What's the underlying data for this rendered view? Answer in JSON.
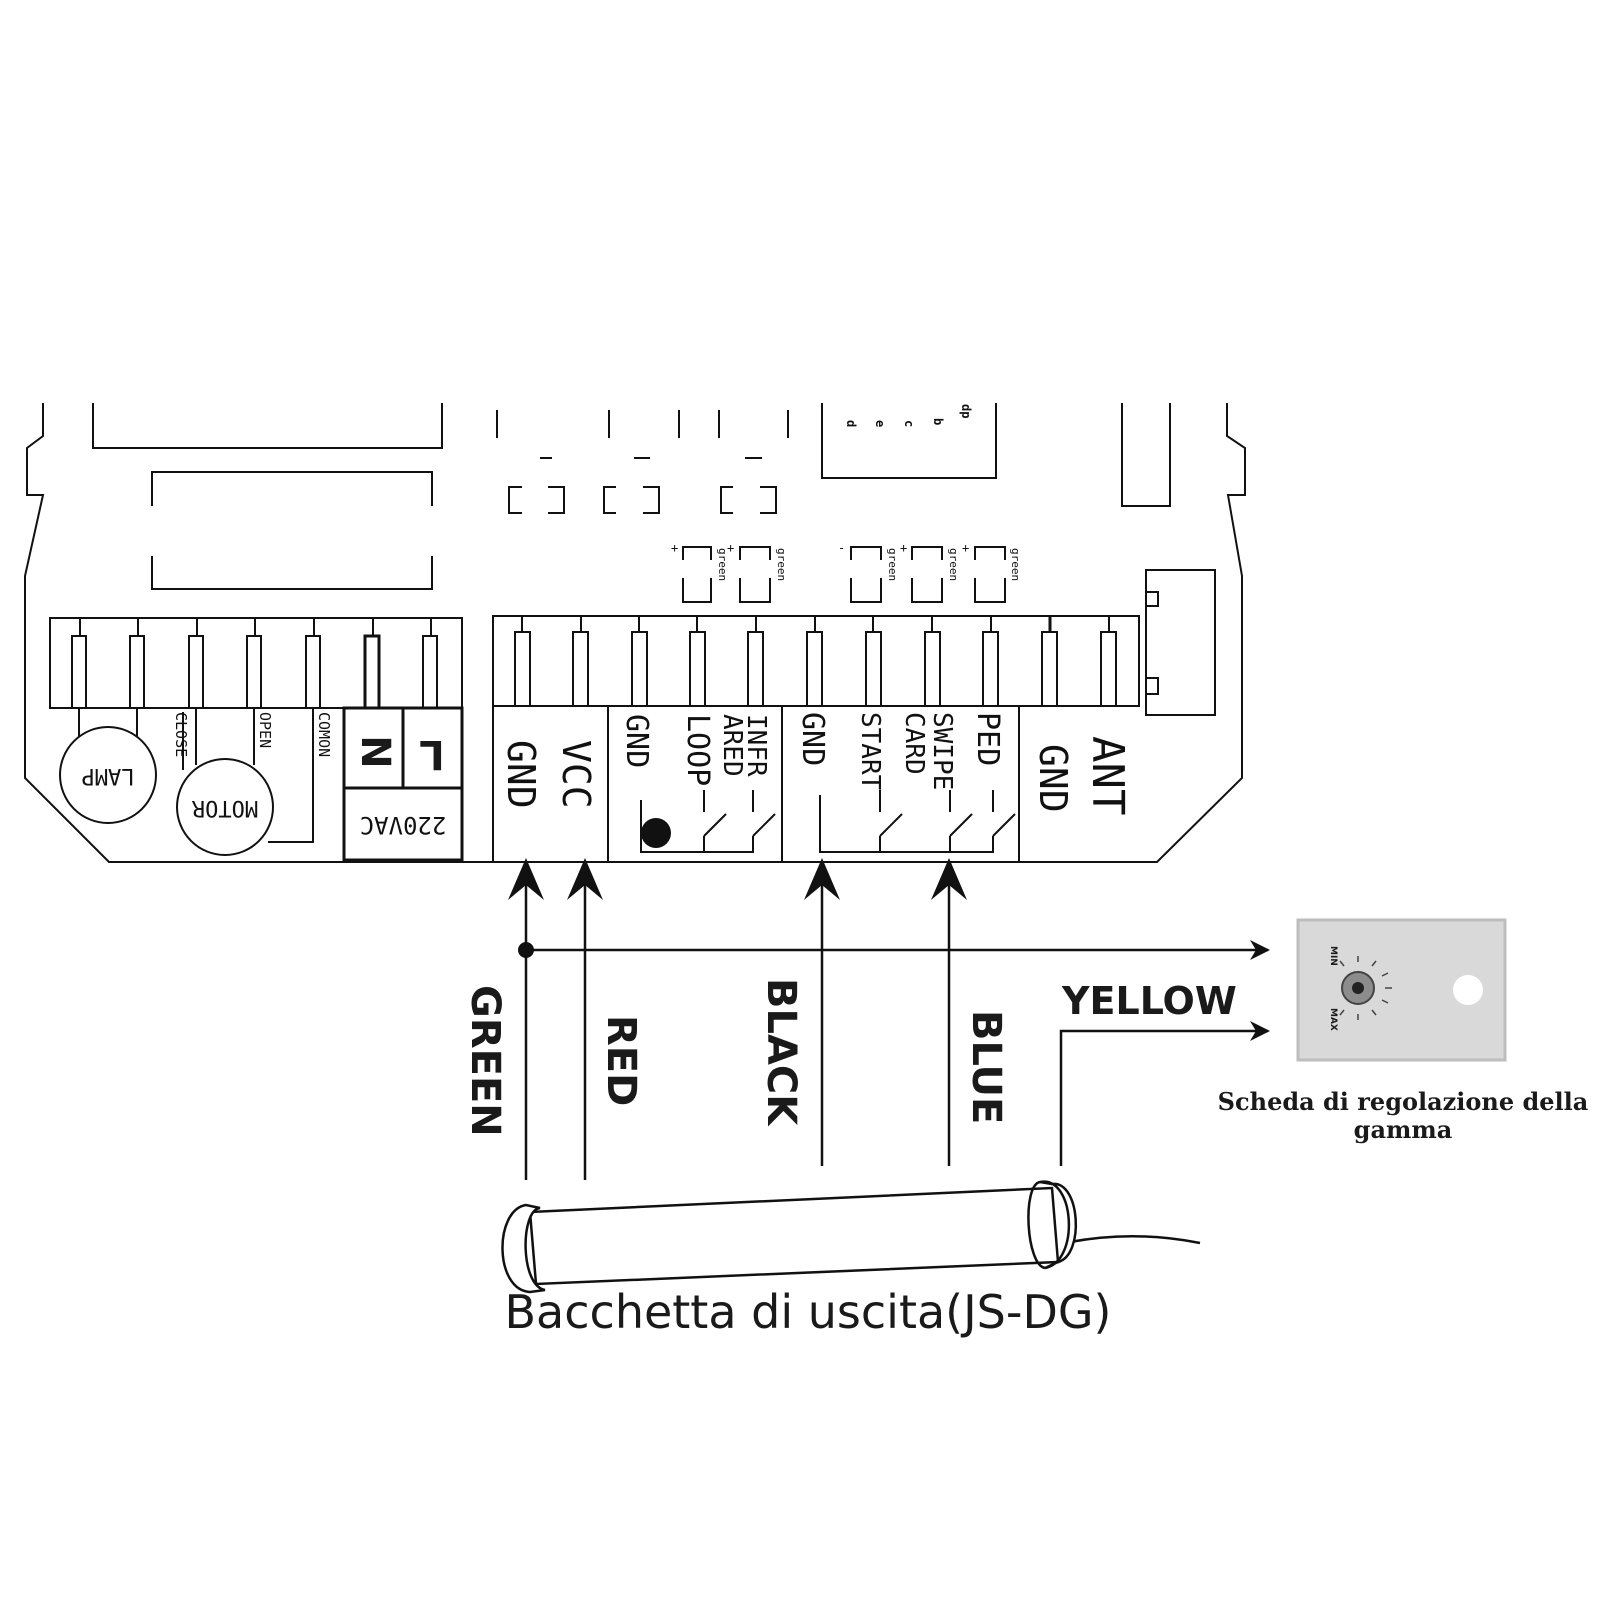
{
  "board": {
    "lamp": "LAMP",
    "motor": "MOTOR",
    "close": "CLOSE",
    "open": "OPEN",
    "comon": "COMON",
    "n": "N",
    "l": "L",
    "voltage": "220VAC",
    "gnd1": "GND",
    "vcc": "VCC",
    "gnd2": "GND",
    "loop": "LOOP",
    "infra": "INFR",
    "ared": "ARED",
    "gnd3": "GND",
    "start": "START",
    "swipe": "SWIPE",
    "card": "CARD",
    "ped": "PED",
    "gnd4": "GND",
    "ant": "ANT",
    "led_label": "green",
    "plus": "+",
    "minus": "-",
    "seg_labels": [
      "dp",
      "b",
      "c",
      "e",
      "d"
    ]
  },
  "wires": {
    "green": "GREEN",
    "red": "RED",
    "black": "BLACK",
    "blue": "BLUE",
    "yellow": "YELLOW"
  },
  "adjust_board": {
    "min": "MIN",
    "max": "MAX",
    "caption_line1": "Scheda di regolazione della",
    "caption_line2": "gamma"
  },
  "exit_wand": {
    "caption": "Bacchetta di uscita(JS-DG)"
  },
  "colors": {
    "line": "#111111",
    "board_fill": "#d9d9d9"
  }
}
